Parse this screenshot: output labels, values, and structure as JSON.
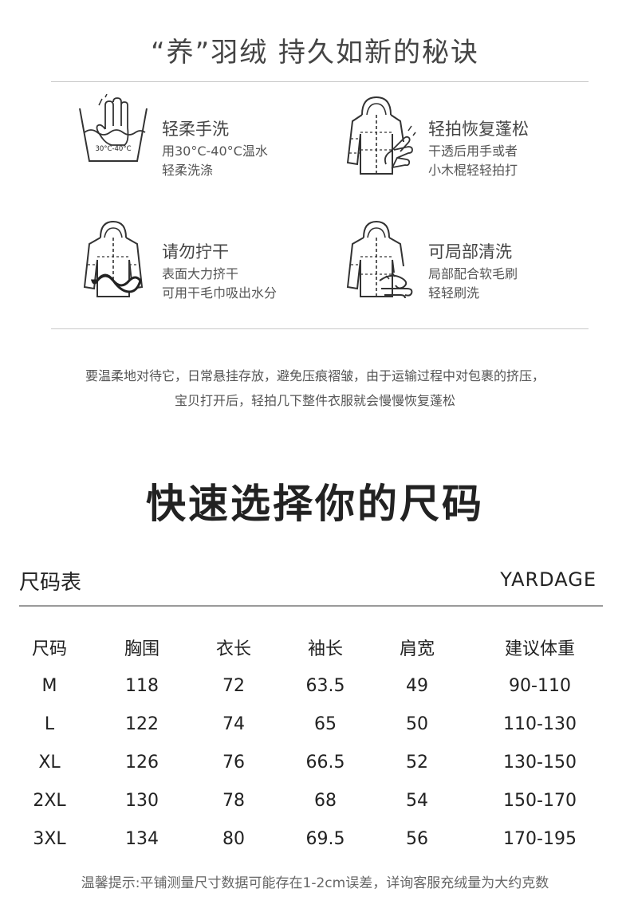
{
  "care": {
    "title": "“养”羽绒 持久如新的秘诀",
    "items": [
      {
        "icon": "hand-wash-icon",
        "name": "轻柔手洗",
        "desc": "用30°C-40°C温水\n轻柔洗涤",
        "temp_label": "30°C-40°C"
      },
      {
        "icon": "pat-jacket-icon",
        "name": "轻拍恢复蓬松",
        "desc": "干透后用手或者\n小木棍轻轻拍打"
      },
      {
        "icon": "no-wring-icon",
        "name": "请勿拧干",
        "desc": "表面大力挤干\n可用干毛巾吸出水分"
      },
      {
        "icon": "spot-clean-icon",
        "name": "可局部清洗",
        "desc": "局部配合软毛刷\n轻轻刷洗"
      }
    ],
    "note": "要温柔地对待它，日常悬挂存放，避免压痕褶皱，由于运输过程中对包裹的挤压，\n宝贝打开后，轻拍几下整件衣服就会慢慢恢复蓬松"
  },
  "size": {
    "title": "快速选择你的尺码",
    "chart_label": "尺码表",
    "chart_label_en": "YARDAGE",
    "headers": [
      "尺码",
      "胸围",
      "衣长",
      "袖长",
      "肩宽",
      "建议体重"
    ],
    "rows": [
      [
        "M",
        "118",
        "72",
        "63.5",
        "49",
        "90-110"
      ],
      [
        "L",
        "122",
        "74",
        "65",
        "50",
        "110-130"
      ],
      [
        "XL",
        "126",
        "76",
        "66.5",
        "52",
        "130-150"
      ],
      [
        "2XL",
        "130",
        "78",
        "68",
        "54",
        "150-170"
      ],
      [
        "3XL",
        "134",
        "80",
        "69.5",
        "56",
        "170-195"
      ]
    ],
    "tip": "温馨提示:平铺测量尺寸数据可能存在1-2cm误差，详询客服充绒量为大约克数"
  }
}
